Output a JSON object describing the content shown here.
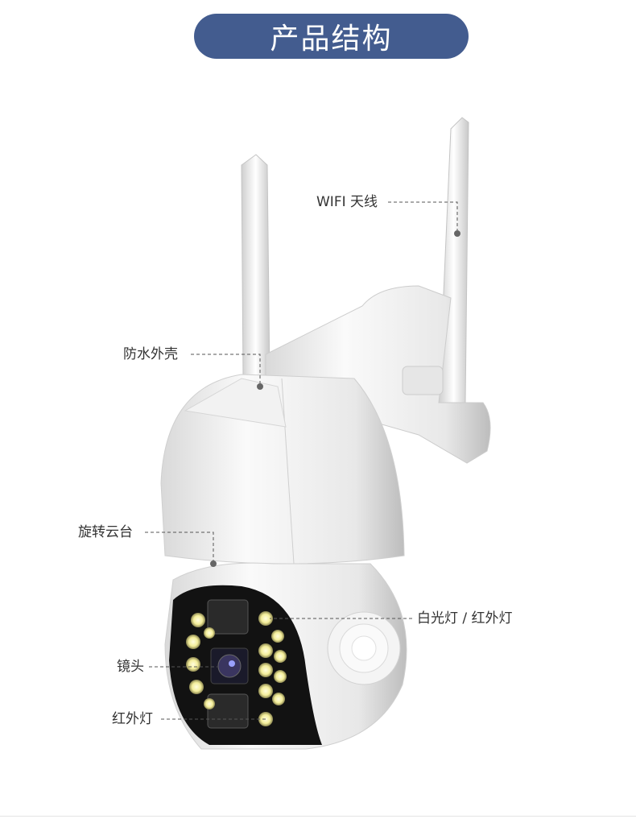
{
  "header": {
    "title": "产品结构"
  },
  "callouts": {
    "antenna": "WIFI 天线",
    "housing": "防水外壳",
    "gimbal": "旋转云台",
    "lights": "白光灯 / 红外灯",
    "lens": "镜头",
    "infrared": "红外灯"
  },
  "colors": {
    "title_bg": "#435c8f",
    "leader_line": "#555555"
  }
}
